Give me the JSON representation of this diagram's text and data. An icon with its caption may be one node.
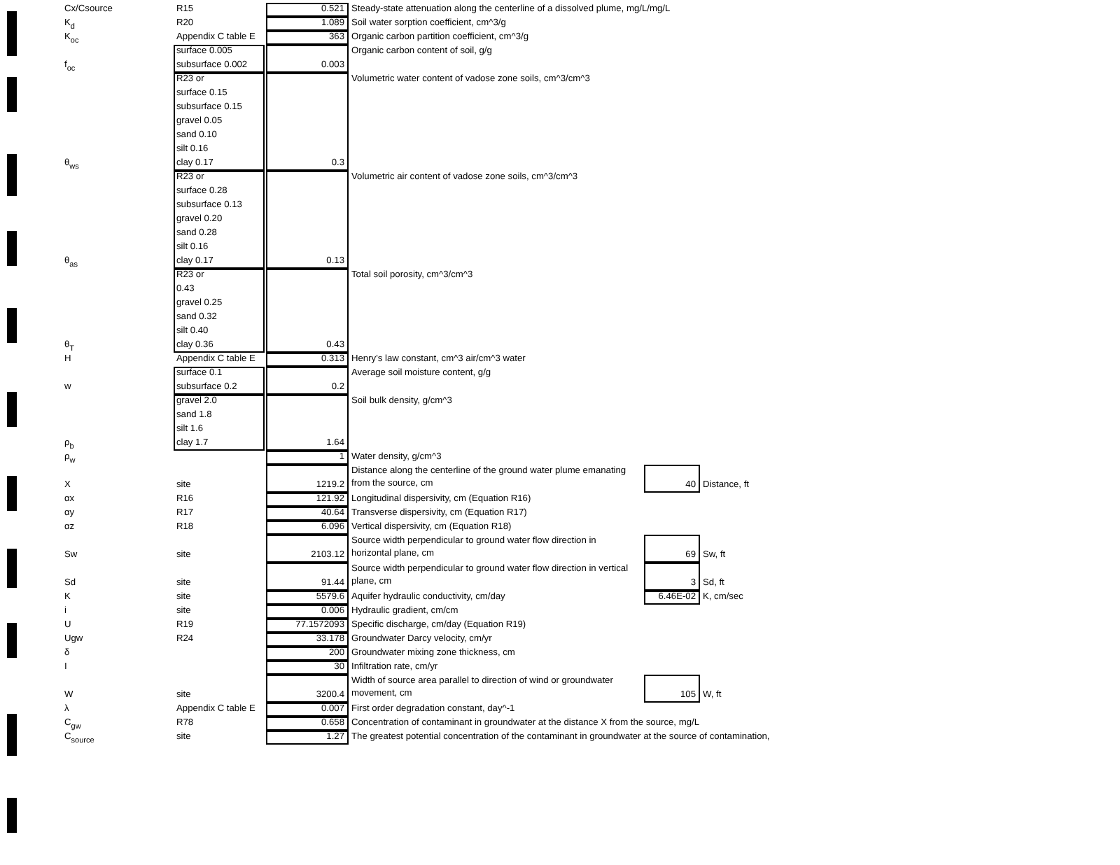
{
  "diagram": {
    "labels": [
      "Cx/Csource",
      "R15",
      "0.521",
      "Steady-state attenuation along the centerline of a dissolved plume, mg/L/mg/L",
      "K$_{d}$",
      "R20",
      "1.089",
      "Soil water sorption coefficient, cm^3/g",
      "K$_{oc}$",
      "Appendix C table E",
      "363",
      "Organic carbon partition coefficient, cm^3/g",
      "f$_{oc}$",
      "surface 0.005",
      "subsurface 0.002",
      "0.003",
      "Organic carbon content of soil, g/g",
      "θ$_{ws}$",
      "R23 or",
      "surface 0.15",
      "subsurface 0.15",
      "gravel 0.05",
      "sand 0.10",
      "silt 0.16",
      "clay 0.17",
      "0.3",
      "Volumetric water content of vadose zone soils, cm^3/cm^3",
      "θ$_{as}$",
      "R23 or",
      "surface 0.28",
      "subsurface 0.13",
      "gravel 0.20",
      "sand 0.28",
      "silt 0.16",
      "clay 0.17",
      "0.13",
      "Volumetric air content of vadose zone soils, cm^3/cm^3",
      "θ$_{T}$",
      "R23 or",
      "0.43",
      "gravel 0.25",
      "sand 0.32",
      "silt 0.40",
      "clay 0.36",
      "0.43",
      "Total soil porosity, cm^3/cm^3",
      "H",
      "Appendix C table E",
      "0.313",
      "Henry's law constant, cm^3 air/cm^3 water",
      "w",
      "surface 0.1",
      "subsurface 0.2",
      "0.2",
      "Average soil moisture content, g/g",
      "ρ$_{b}$",
      "gravel 2.0",
      "sand 1.8",
      "silt 1.6",
      "clay 1.7",
      "1.64",
      "Soil bulk density, g/cm^3",
      "ρ$_{w}$",
      "1",
      "Water density, g/cm^3",
      "X",
      "site",
      "1219.2",
      "Distance along the centerline of the ground water plume emanating from the source, cm",
      "40",
      "Distance, ft",
      "αx",
      "R16",
      "121.92",
      "Longitudinal dispersivity, cm (Equation R16)",
      "αy",
      "R17",
      "40.64",
      "Transverse dispersivity, cm (Equation R17)",
      "αz",
      "R18",
      "6.096",
      "Vertical dispersivity, cm (Equation R18)",
      "Sw",
      "site",
      "2103.12",
      "Source width perpendicular to ground water flow direction in horizontal plane, cm",
      "69",
      "Sw, ft",
      "Sd",
      "site",
      "91.44",
      "Source width perpendicular to ground water flow direction in vertical plane, cm",
      "3",
      "Sd, ft",
      "K",
      "site",
      "5579.6",
      "Aquifer hydraulic conductivity, cm/day",
      "6.46E-02",
      "K, cm/sec",
      "i",
      "site",
      "0.006",
      "Hydraulic gradient, cm/cm",
      "U",
      "R19",
      "77.1572093",
      "Specific discharge, cm/day (Equation R19)",
      "Ugw",
      "R24",
      "33.178",
      "Groundwater Darcy velocity, cm/yr",
      "δ",
      "200",
      "Groundwater mixing zone thickness, cm",
      "I",
      "30",
      "Infiltration rate, cm/yr",
      "W",
      "site",
      "3200.4",
      "Width of source area parallel to direction of wind or groundwater movement, cm",
      "105",
      "W, ft",
      "λ",
      "Appendix C table E",
      "0.007",
      "First order degradation constant, day^-1",
      "C$_{gw}$",
      "R78",
      "0.658",
      "Concentration of contaminant in groundwater at the distance X from the source, mg/L",
      "C$_{source}$",
      "site",
      "1.27",
      "The greatest potential concentration of the contaminant in groundwater at the source of contamination,"
    ]
  }
}
